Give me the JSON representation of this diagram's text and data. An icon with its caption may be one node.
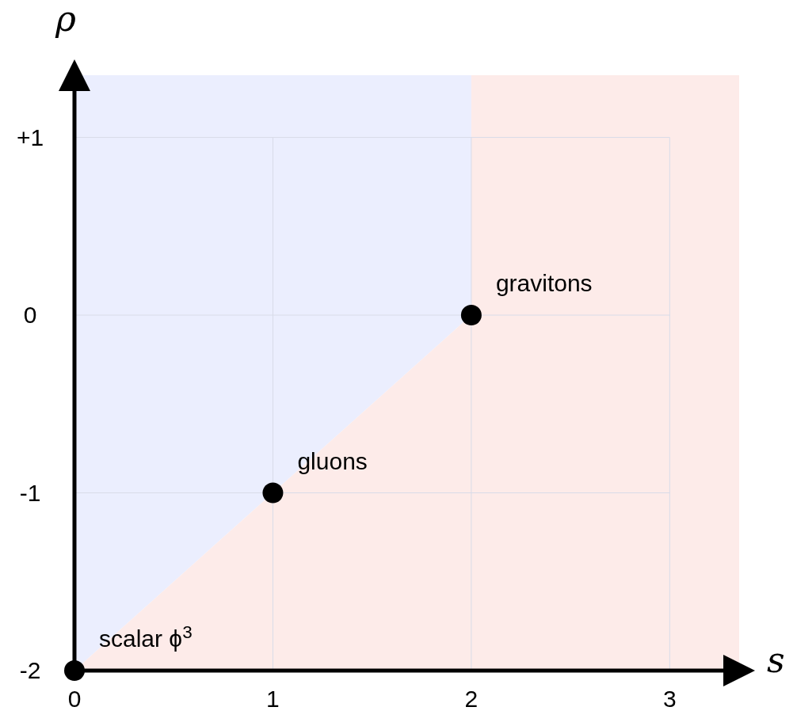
{
  "diagram": {
    "chart_data": {
      "type": "scatter",
      "xlabel": "s",
      "ylabel": "ρ",
      "x": [
        0,
        1,
        2
      ],
      "series": [
        {
          "color": "#000000",
          "values": [
            -2,
            -1,
            0
          ]
        }
      ],
      "xlim": [
        0,
        3.35
      ],
      "ylim": [
        -2,
        1.35
      ],
      "grid": true,
      "xticks": [
        0,
        1,
        2,
        3
      ],
      "yticks": [
        -2,
        -1,
        0,
        {
          "value": 1,
          "label": "+1"
        }
      ],
      "annotations": [
        {
          "x": 0,
          "y": -2,
          "text": "scalar ϕ$^{3}$"
        },
        {
          "x": 1,
          "y": -1,
          "text": "gluons"
        },
        {
          "x": 2,
          "y": 0,
          "text": "gravitons"
        }
      ]
    }
  }
}
